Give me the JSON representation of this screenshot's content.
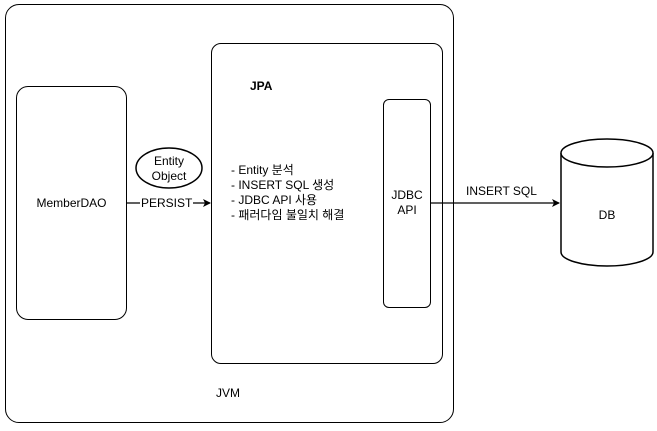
{
  "jvm": {
    "label": "JVM"
  },
  "jpa": {
    "title": "JPA",
    "features": [
      "- Entity 분석",
      "- INSERT SQL 생성",
      "- JDBC API 사용",
      "- 패러다임 불일치 해결"
    ]
  },
  "member_dao": {
    "label": "MemberDAO"
  },
  "entity_object": {
    "line1": "Entity",
    "line2": "Object"
  },
  "persist_arrow": {
    "label": "PERSIST"
  },
  "jdbc_api": {
    "line1": "JDBC",
    "line2": "API"
  },
  "insert_sql_arrow": {
    "label": "INSERT SQL"
  },
  "db": {
    "label": "DB"
  }
}
